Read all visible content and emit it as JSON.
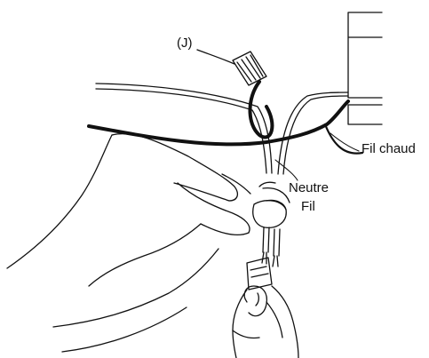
{
  "labels": {
    "connector": "(J)",
    "hot_wire": "Fil chaud",
    "neutral": "Neutre",
    "wire": "Fil"
  },
  "colors": {
    "line": "#111111",
    "background": "#ffffff"
  }
}
